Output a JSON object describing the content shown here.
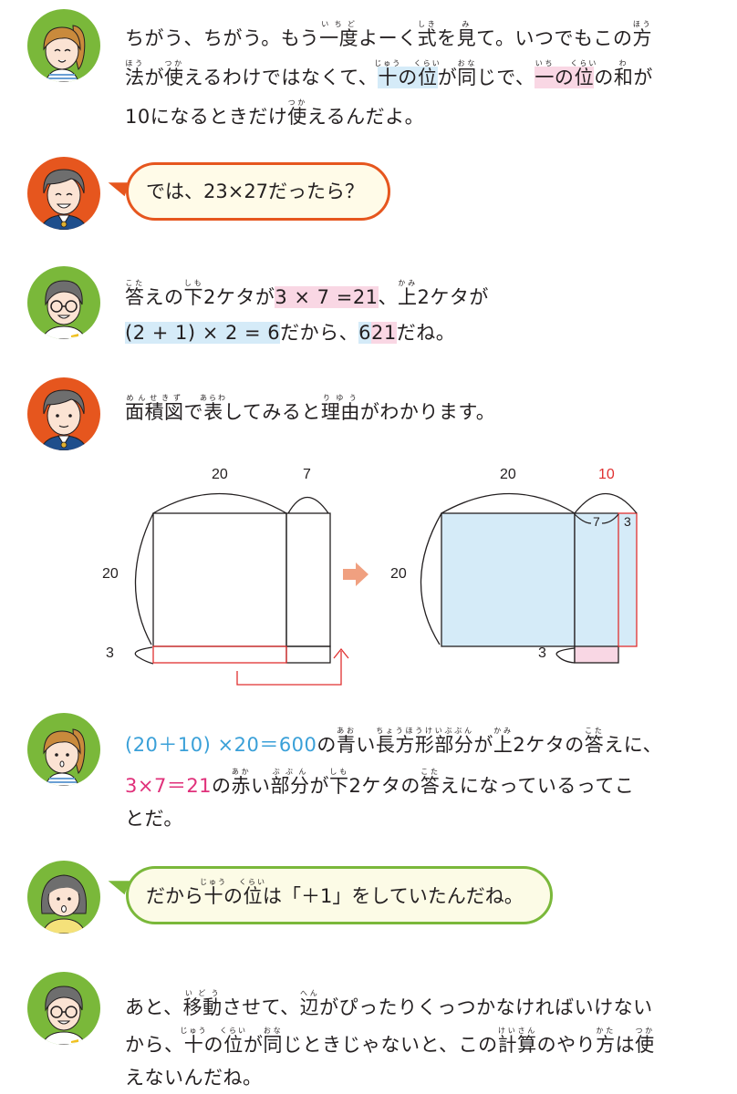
{
  "colors": {
    "green_avatar_bg": "#7ab83a",
    "orange_avatar_bg": "#e6561e",
    "highlight_blue": "#d5ebf8",
    "highlight_pink": "#f9d7e4",
    "text_blue": "#3aa0d8",
    "text_pink": "#e0307a",
    "diagram_red": "#e03030",
    "diagram_fill_blue": "#d5ebf8",
    "arrow_salmon": "#f0a080"
  },
  "dialogue": [
    {
      "speaker": "girl-ponytail",
      "lines": [
        [
          {
            "t": "ちがう、ちがう。もう"
          },
          {
            "t": "一度",
            "r": "いちど"
          },
          {
            "t": "よーく"
          },
          {
            "t": "式",
            "r": "しき"
          },
          {
            "t": "を"
          },
          {
            "t": "見",
            "r": "み"
          },
          {
            "t": "て。いつでもこの"
          },
          {
            "t": "方",
            "r": "ほう"
          }
        ],
        [
          {
            "t": "法",
            "r": "ほう"
          },
          {
            "t": "が"
          },
          {
            "t": "使",
            "r": "つか"
          },
          {
            "t": "えるわけではなくて、"
          },
          {
            "t": "十",
            "r": "じゅう",
            "hl": "blue"
          },
          {
            "t": "の",
            "hl": "blue"
          },
          {
            "t": "位",
            "r": "くらい",
            "hl": "blue"
          },
          {
            "t": "が"
          },
          {
            "t": "同",
            "r": "おな"
          },
          {
            "t": "じで、"
          },
          {
            "t": "一",
            "r": "いち",
            "hl": "pink"
          },
          {
            "t": "の",
            "hl": "pink"
          },
          {
            "t": "位",
            "r": "くらい",
            "hl": "pink"
          },
          {
            "t": "の"
          },
          {
            "t": "和",
            "r": "わ"
          },
          {
            "t": "が"
          }
        ],
        [
          {
            "t": "10になるときだけ"
          },
          {
            "t": "使",
            "r": "つか"
          },
          {
            "t": "えるんだよ。"
          }
        ]
      ]
    },
    {
      "speaker": "teacher",
      "bubble": true,
      "lines": [
        [
          {
            "t": "では、23×27だったら？"
          }
        ]
      ]
    },
    {
      "speaker": "boy-glasses",
      "lines": [
        [
          {
            "t": "答",
            "r": "こた"
          },
          {
            "t": "えの"
          },
          {
            "t": "下",
            "r": "しも"
          },
          {
            "t": "2ケタが"
          },
          {
            "t": "3 × 7 =21",
            "hl": "pink"
          },
          {
            "t": "、"
          },
          {
            "t": "上",
            "r": "かみ"
          },
          {
            "t": "2ケタが"
          }
        ],
        [
          {
            "t": "(2 + 1) × 2 = 6",
            "hl": "blue"
          },
          {
            "t": "だから、"
          },
          {
            "t": "6",
            "hl": "blue"
          },
          {
            "t": "21",
            "hl": "pink"
          },
          {
            "t": "だね。"
          }
        ]
      ]
    },
    {
      "speaker": "teacher",
      "lines": [
        [
          {
            "t": "面積図",
            "r": "めんせきず"
          },
          {
            "t": "で"
          },
          {
            "t": "表",
            "r": "あらわ"
          },
          {
            "t": "してみると"
          },
          {
            "t": "理由",
            "r": "りゆう"
          },
          {
            "t": "がわかります。"
          }
        ]
      ]
    },
    {
      "speaker": "girl-ponytail",
      "lines": [
        [
          {
            "t": "(20＋10) ×20＝600",
            "c": "blue"
          },
          {
            "t": "の"
          },
          {
            "t": "青",
            "r": "あお"
          },
          {
            "t": "い"
          },
          {
            "t": "長方形部分",
            "r": "ちょうほうけいぶぶん"
          },
          {
            "t": "が"
          },
          {
            "t": "上",
            "r": "かみ"
          },
          {
            "t": "2ケタの"
          },
          {
            "t": "答",
            "r": "こた"
          },
          {
            "t": "えに、"
          }
        ],
        [
          {
            "t": "3×7＝21",
            "c": "pink"
          },
          {
            "t": "の"
          },
          {
            "t": "赤",
            "r": "あか"
          },
          {
            "t": "い"
          },
          {
            "t": "部分",
            "r": "ぶぶん"
          },
          {
            "t": "が"
          },
          {
            "t": "下",
            "r": "しも"
          },
          {
            "t": "2ケタの"
          },
          {
            "t": "答",
            "r": "こた"
          },
          {
            "t": "えになっているってこ"
          }
        ],
        [
          {
            "t": "とだ。"
          }
        ]
      ]
    },
    {
      "speaker": "girl-short",
      "bubble": true,
      "lines": [
        [
          {
            "t": "だから"
          },
          {
            "t": "十",
            "r": "じゅう"
          },
          {
            "t": "の"
          },
          {
            "t": "位",
            "r": "くらい"
          },
          {
            "t": "は「＋1」をしていたんだね。"
          }
        ]
      ]
    },
    {
      "speaker": "boy-glasses",
      "lines": [
        [
          {
            "t": "あと、"
          },
          {
            "t": "移動",
            "r": "いどう"
          },
          {
            "t": "させて、"
          },
          {
            "t": "辺",
            "r": "へん"
          },
          {
            "t": "がぴったりくっつかなければいけない"
          }
        ],
        [
          {
            "t": "から、"
          },
          {
            "t": "十",
            "r": "じゅう"
          },
          {
            "t": "の"
          },
          {
            "t": "位",
            "r": "くらい"
          },
          {
            "t": "が"
          },
          {
            "t": "同",
            "r": "おな"
          },
          {
            "t": "じときじゃないと、この"
          },
          {
            "t": "計算",
            "r": "けいさん"
          },
          {
            "t": "のやり"
          },
          {
            "t": "方",
            "r": "かた"
          },
          {
            "t": "は"
          },
          {
            "t": "使",
            "r": "つか"
          }
        ],
        [
          {
            "t": "えないんだね。"
          }
        ]
      ]
    }
  ],
  "diagram": {
    "left": {
      "top_labels": [
        "20",
        "7"
      ],
      "side_labels": [
        "20",
        "3"
      ]
    },
    "right": {
      "top_labels": [
        "20",
        "10"
      ],
      "inner_labels": [
        "7",
        "3"
      ],
      "side_labels": [
        "20",
        "3"
      ]
    },
    "arrow": "right-arrow"
  }
}
